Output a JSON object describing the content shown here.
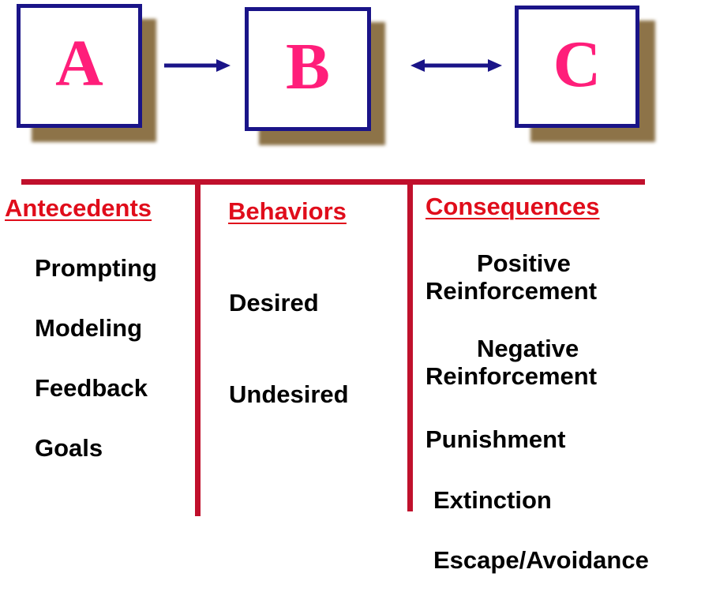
{
  "boxes": [
    {
      "letter": "A"
    },
    {
      "letter": "B"
    },
    {
      "letter": "C"
    }
  ],
  "colors": {
    "box_border": "#1a1488",
    "letter": "#ff1e7a",
    "shadow": "#8d7348",
    "rule": "#c0102c",
    "heading": "#e00d1b",
    "text": "#000000"
  },
  "columns": {
    "antecedents": {
      "heading": "Antecedents",
      "items": [
        "Prompting",
        "Modeling",
        "Feedback",
        "Goals"
      ]
    },
    "behaviors": {
      "heading": "Behaviors",
      "items": [
        "Desired",
        "Undesired"
      ]
    },
    "consequences": {
      "heading": "Consequences",
      "items": [
        {
          "line1": "Positive",
          "line2": "Reinforcement"
        },
        {
          "line1": "Negative",
          "line2": "Reinforcement"
        },
        {
          "line1": "Punishment"
        },
        {
          "line1": "Extinction"
        },
        {
          "line1": "Escape/Avoidance"
        }
      ]
    }
  }
}
